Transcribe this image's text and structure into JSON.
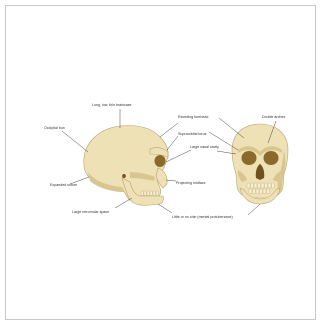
{
  "colors": {
    "bone": "#efe1b6",
    "bone_shade": "#d9c58e",
    "outline": "#b8a472",
    "cavity": "#8a6a2a",
    "cavity_dark": "#6f521d",
    "text": "#333333"
  },
  "labels": {
    "long_low_braincase": "Long, low, thin braincase",
    "occipital_bun": "Occipital bun",
    "expanded_suture": "Expanded suture",
    "receding_forehead": "Receding forehead",
    "supraorbital_torus": "Supraorbital torus",
    "large_nasal_cavity": "Large nasal cavity",
    "projecting_midface": "Projecting midface",
    "large_retromolar_space": "Large retromolar space",
    "double_arched_brow": "Double arches",
    "little_or_no_chin": "Little or no chin (mental protuberance)"
  }
}
